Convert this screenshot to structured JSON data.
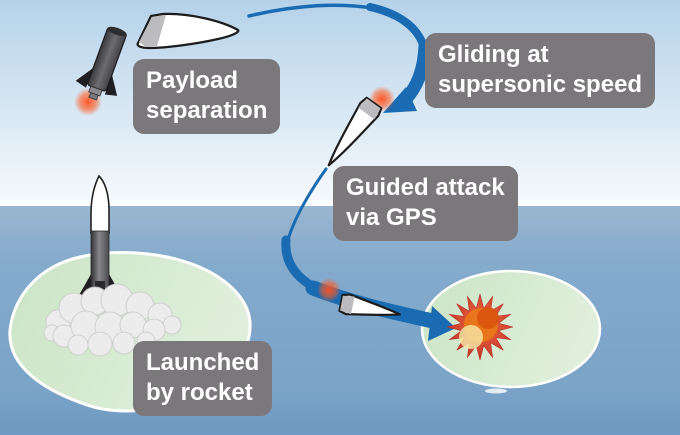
{
  "diagram": {
    "description": "Missile flight-profile infographic",
    "labels": {
      "payload_separation": {
        "line1": "Payload",
        "line2": "separation"
      },
      "gliding_supersonic": {
        "line1": "Gliding at",
        "line2": "supersonic speed"
      },
      "guided_attack": {
        "line1": "Guided attack",
        "line2": "via GPS"
      },
      "launched_by_rocket": {
        "line1": "Launched",
        "line2": "by rocket"
      }
    },
    "icons": {
      "launch_rocket": "rocket-launching-icon",
      "booster": "spent-booster-icon",
      "glider_top": "glide-vehicle-icon",
      "glider_mid": "glide-vehicle-icon",
      "glider_low": "glide-vehicle-icon",
      "smoke": "smoke-cloud-icon",
      "explosion": "explosion-burst-icon",
      "trajectory": "curved-arrow-icon"
    },
    "colors": {
      "label_bg": "#7a787b",
      "label_text": "#ffffff",
      "arrow_blue": "#1b6bb2",
      "sky_top": "#b5d2e9",
      "sky_horizon": "#f7fafd",
      "sea_top": "#9bb6d0",
      "sea_bottom": "#6f99c2",
      "island_green": "#cfe6ca",
      "explosion_red": "#cf4233",
      "explosion_orange": "#e8751c",
      "glow_red": "#ff4f1e"
    }
  }
}
